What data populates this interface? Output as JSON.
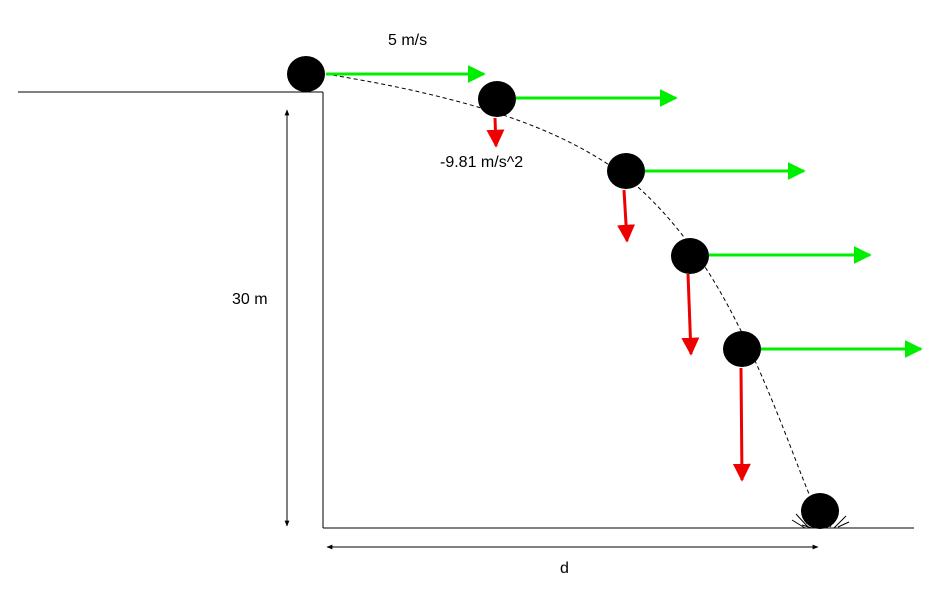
{
  "labels": {
    "initial_velocity": "5 m/s",
    "acceleration": "-9.81 m/s^2",
    "cliff_height": "30 m",
    "horizontal_distance": "d"
  },
  "colors": {
    "velocity_arrow": "#00ee00",
    "acceleration_arrow": "#ee0000",
    "ball": "#000000",
    "lines": "#000000"
  },
  "icons": {
    "ball": "ball-icon"
  }
}
